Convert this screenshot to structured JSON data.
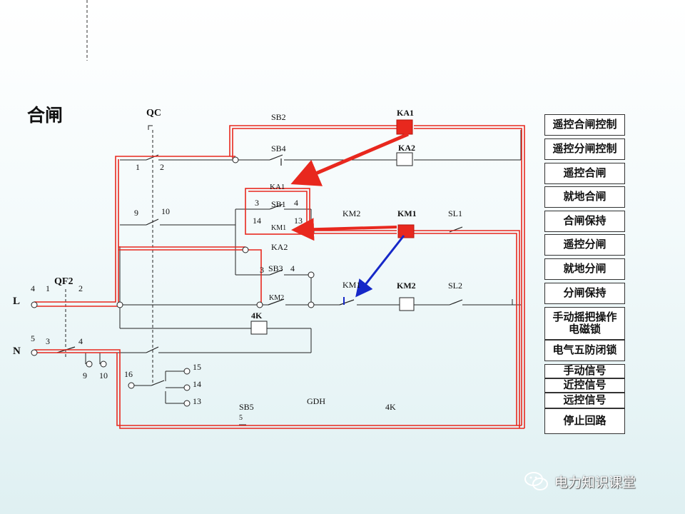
{
  "title": "合闸",
  "colors": {
    "energized": "#e8281e",
    "wire": "#222222",
    "arrow_red": "#e8281e",
    "arrow_blue": "#1628c8",
    "accent_button": "#ffffff"
  },
  "labels": {
    "QC": "QC",
    "SB2": "SB2",
    "KA1": "KA1",
    "SB4": "SB4",
    "KA2": "KA2",
    "KA1_small": "KA1",
    "SB1": "SB1",
    "KM1_small": "KM1",
    "KM2_left": "KM2",
    "KM1_coil": "KM1",
    "SL1": "SL1",
    "KA2_contact": "KA2",
    "SB3": "SB3",
    "KM1_contact": "KM1",
    "KM2_coil": "KM2",
    "SL2": "SL2",
    "KM2_small": "KM2",
    "K4": "4K",
    "QF2": "QF2",
    "L": "L",
    "N": "N",
    "SB5": "SB5",
    "GDH": "GDH",
    "K4_bottom": "4K",
    "n1": "1",
    "n2": "2",
    "n9": "9",
    "n10": "10",
    "n3": "3",
    "n4": "4",
    "n14": "14",
    "n13": "13",
    "n3b": "3",
    "n4b": "4",
    "qf_4": "4",
    "qf_1": "1",
    "qf_2": "2",
    "qf_5": "5",
    "qf_3": "3",
    "qf_4b": "4",
    "b9": "9",
    "b10": "10",
    "n16": "16",
    "n15": "15",
    "n14b": "14",
    "n13b": "13",
    "n5": "5"
  },
  "menu": [
    {
      "label": "遥控合闸控制"
    },
    {
      "label": "遥控分闸控制"
    },
    {
      "label": "遥控合闸"
    },
    {
      "label": "就地合闸"
    },
    {
      "label": "合闸保持"
    },
    {
      "label": "遥控分闸"
    },
    {
      "label": "就地分闸"
    },
    {
      "label": "分闸保持"
    },
    {
      "label": "手动摇把操作\n电磁锁"
    },
    {
      "label": "电气五防闭锁"
    },
    {
      "label": "手动信号"
    },
    {
      "label": "近控信号"
    },
    {
      "label": "远控信号"
    },
    {
      "label": "停止回路"
    }
  ],
  "watermark": "电力知识课堂"
}
